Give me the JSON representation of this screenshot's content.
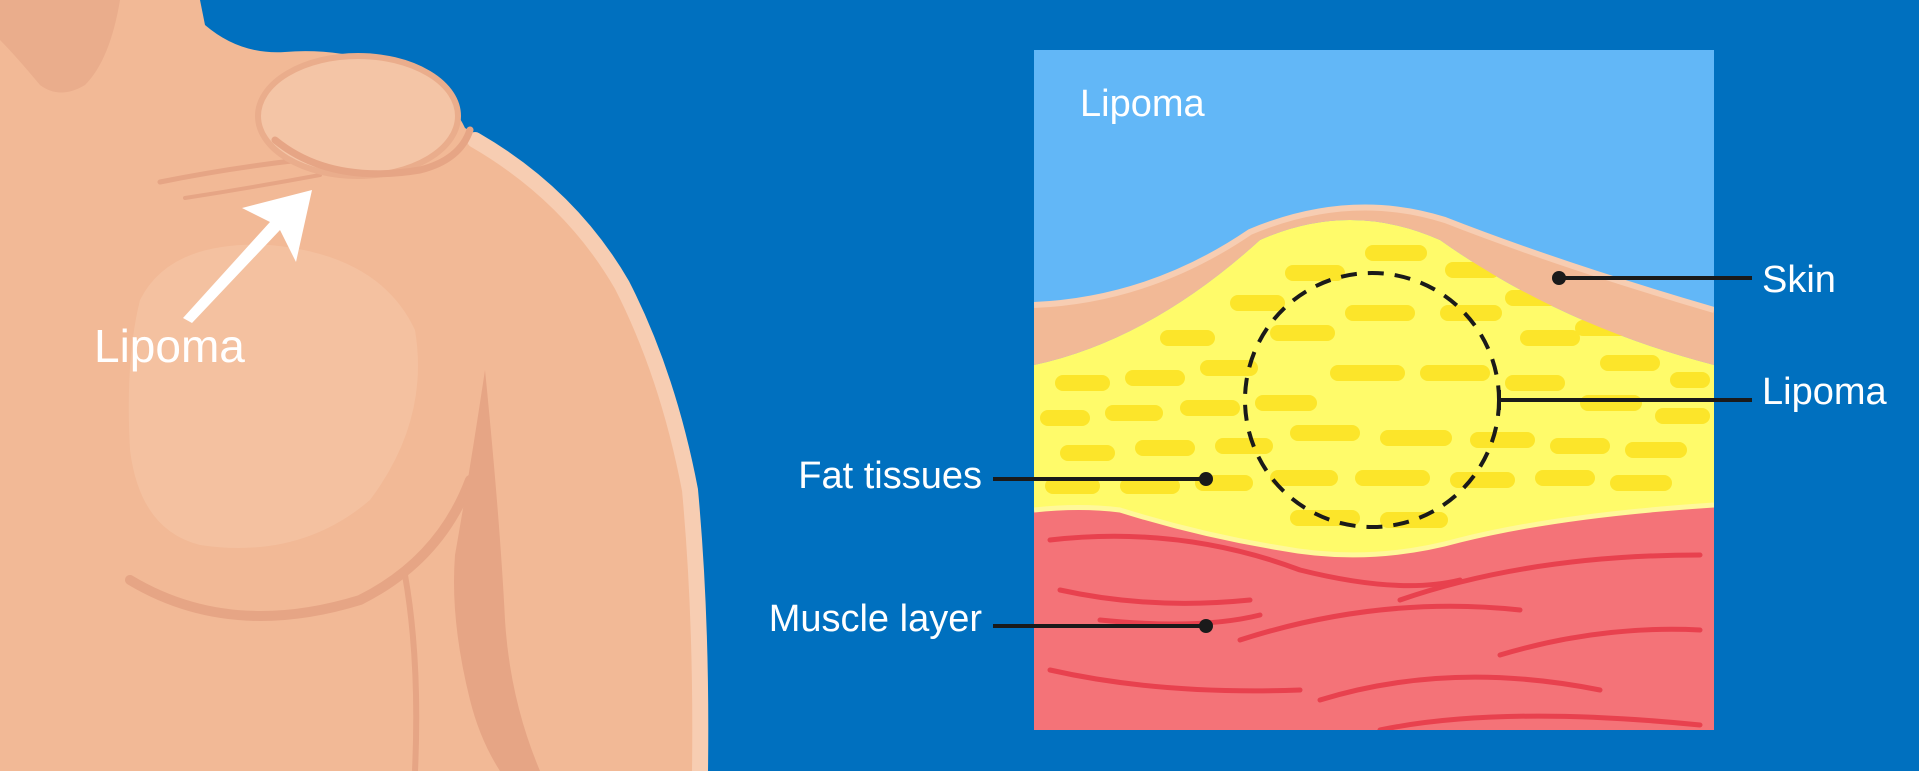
{
  "body_label": "Lipoma",
  "panel": {
    "title": "Lipoma",
    "labels": {
      "skin": "Skin",
      "lipoma": "Lipoma",
      "fat": "Fat tissues",
      "muscle": "Muscle layer"
    }
  },
  "colors": {
    "background": "#0070BF",
    "sky": "#62B7F7",
    "skin": "#F2B996",
    "skin_shadow": "#E6A585",
    "fat": "#FFFB6A",
    "fat_cell": "#FCE52A",
    "muscle": "#F47378",
    "muscle_fiber": "#E8414E"
  }
}
